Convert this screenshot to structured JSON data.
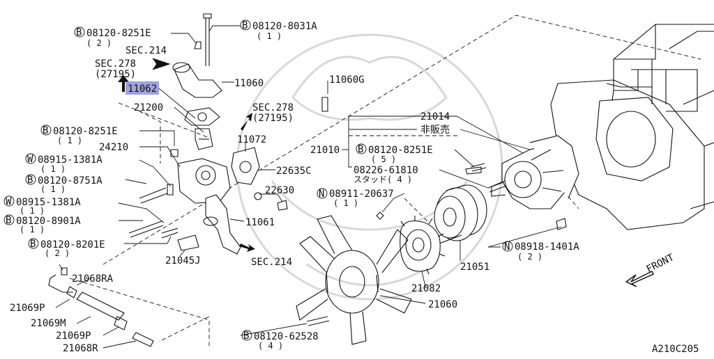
{
  "diagram": {
    "id_code": "A210C205",
    "front_label": "FRONT",
    "highlighted": "11062",
    "callouts": {
      "b_8251e_top": {
        "mark": "B",
        "part": "08120-8251E",
        "qty": "( 2 )"
      },
      "b_8031a": {
        "mark": "B",
        "part": "08120-8031A",
        "qty": "( 1 )"
      },
      "sec214_top": "SEC.214",
      "sec278_left": "SEC.278",
      "sec278_left_sub": "(27195)",
      "p11062": "11062",
      "p11060": "11060",
      "p11060g": "11060G",
      "p21200": "21200",
      "sec278_mid": "SEC.278",
      "sec278_mid_sub": "(27195)",
      "b_8251e_mid": {
        "mark": "B",
        "part": "08120-8251E",
        "qty": "( 1 )"
      },
      "p24210": "24210",
      "p11072": "11072",
      "w_1381a_1": {
        "mark": "W",
        "part": "08915-1381A",
        "qty": "( 1 )"
      },
      "b_8751a": {
        "mark": "B",
        "part": "08120-8751A",
        "qty": "( 1 )"
      },
      "p22635c": "22635C",
      "p22630": "22630",
      "w_1381a_2": {
        "mark": "W",
        "part": "08915-1381A",
        "qty": "( 1 )"
      },
      "b_8901a": {
        "mark": "B",
        "part": "08120-8901A",
        "qty": "( 1 )"
      },
      "p11061": "11061",
      "b_8201e": {
        "mark": "B",
        "part": "08120-8201E",
        "qty": "( 2 )"
      },
      "p21045j": "21045J",
      "sec214_bottom": "SEC.214",
      "p21068ra": "21068RA",
      "p21069p_1": "21069P",
      "p21069m": "21069M",
      "p21069p_2": "21069P",
      "p21068r": "21068R",
      "p21014": "21014",
      "not_for_sale": "非販売",
      "p21010": "21010",
      "b_8251e_right": {
        "mark": "B",
        "part": "08120-8251E",
        "qty": "( 5 )"
      },
      "stud": {
        "part": "08226-61810",
        "qty": "スタッド( 4 )"
      },
      "n_20637": {
        "mark": "N",
        "part": "08911-20637",
        "qty": "( 1 )"
      },
      "p21051": "21051",
      "p21082": "21082",
      "p21060": "21060",
      "b_62528": {
        "mark": "B",
        "part": "08120-62528",
        "qty": "( 4 )"
      },
      "n_1401a": {
        "mark": "N",
        "part": "08918-1401A",
        "qty": "( 2 )"
      }
    }
  }
}
